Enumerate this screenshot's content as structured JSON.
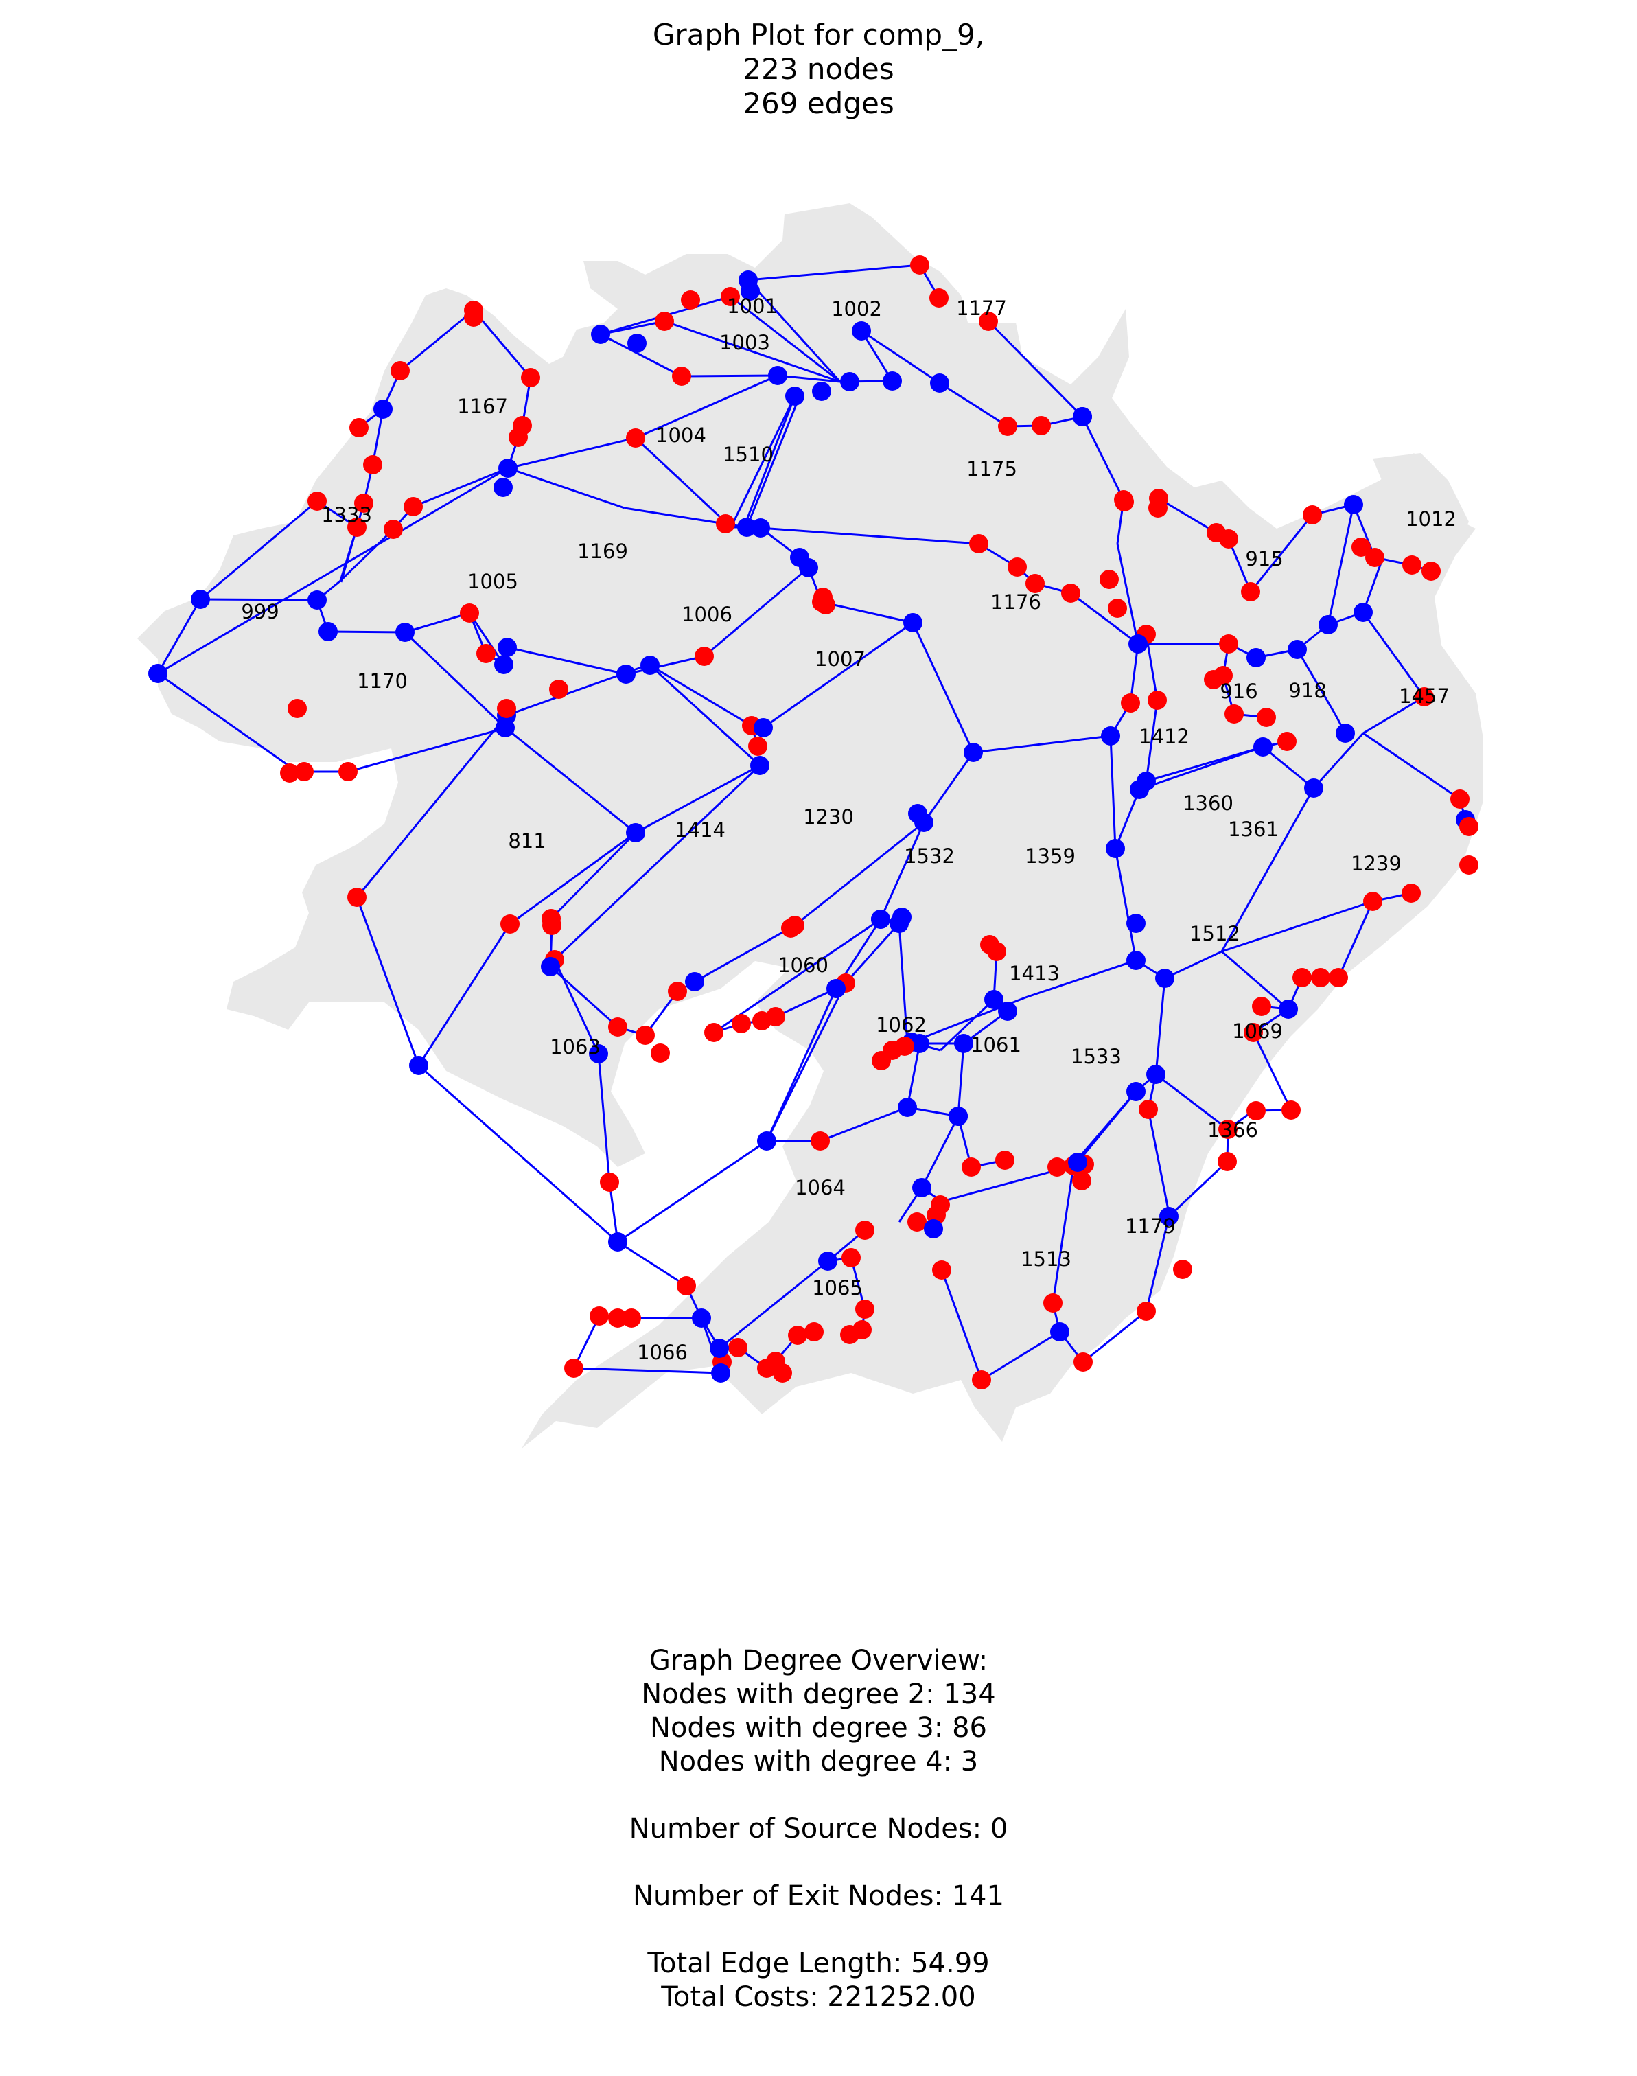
{
  "title": {
    "line1": "Graph Plot for comp_9,",
    "line2": "223 nodes",
    "line3": "269 edges"
  },
  "colors": {
    "background_region": "#e8e8e8",
    "edge": "#0000ff",
    "inner_node": "#0000ff",
    "exit_node": "#ff0000"
  },
  "region_labels": [
    "1001",
    "1002",
    "1177",
    "1003",
    "1167",
    "1004",
    "1510",
    "1175",
    "1333",
    "1169",
    "1005",
    "999",
    "1006",
    "1176",
    "1012",
    "915",
    "1007",
    "1170",
    "916",
    "918",
    "1457",
    "1412",
    "1360",
    "811",
    "1414",
    "1230",
    "1361",
    "1532",
    "1359",
    "1239",
    "1512",
    "1060",
    "1413",
    "1062",
    "1069",
    "1063",
    "1061",
    "1533",
    "1366",
    "1064",
    "1179",
    "1513",
    "1065",
    "1066"
  ],
  "stats": {
    "header": "Graph Degree Overview:",
    "degree2": "Nodes with degree 2: 134",
    "degree3": "Nodes with degree 3: 86",
    "degree4": "Nodes with degree 4: 3",
    "sources": "Number of Source Nodes: 0",
    "exits": "Number of Exit Nodes: 141",
    "length": "Total Edge Length: 54.99",
    "costs": "Total Costs: 221252.00"
  }
}
